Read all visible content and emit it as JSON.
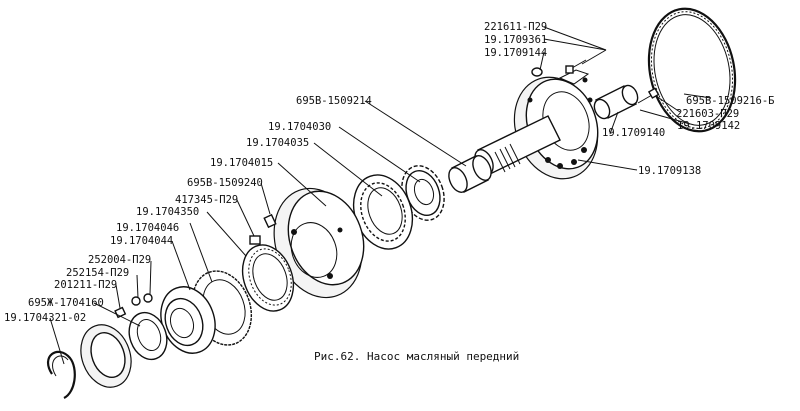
{
  "labels": {
    "p221611": "221611-П29",
    "p19_1709361": "19.1709361",
    "p19_1709144": "19.1709144",
    "p695b_1509216": "695В-1509216-Б",
    "p221603": "221603-П29",
    "p19_1709140": "19.1709140",
    "p19_1709142": "19.1709142",
    "p695b_1509214": "695В-1509214",
    "p19_1704030": "19.1704030",
    "p19_1704035": "19.1704035",
    "p19_1704015": "19.1704015",
    "p19_1709138": "19.1709138",
    "p695b_1509240": "695В-1509240",
    "p417345": "417345-П29",
    "p19_1704350": "19.1704350",
    "p19_1704046": "19.1704046",
    "p19_1704044": "19.1704044",
    "p252004": "252004-П29",
    "p252154": "252154-П29",
    "p201211": "201211-П29",
    "p695zh_1704160": "695Ж-1704160",
    "p19_1704321": "19.1704321-02"
  },
  "caption": "Рис.62. Насос масляный передний"
}
